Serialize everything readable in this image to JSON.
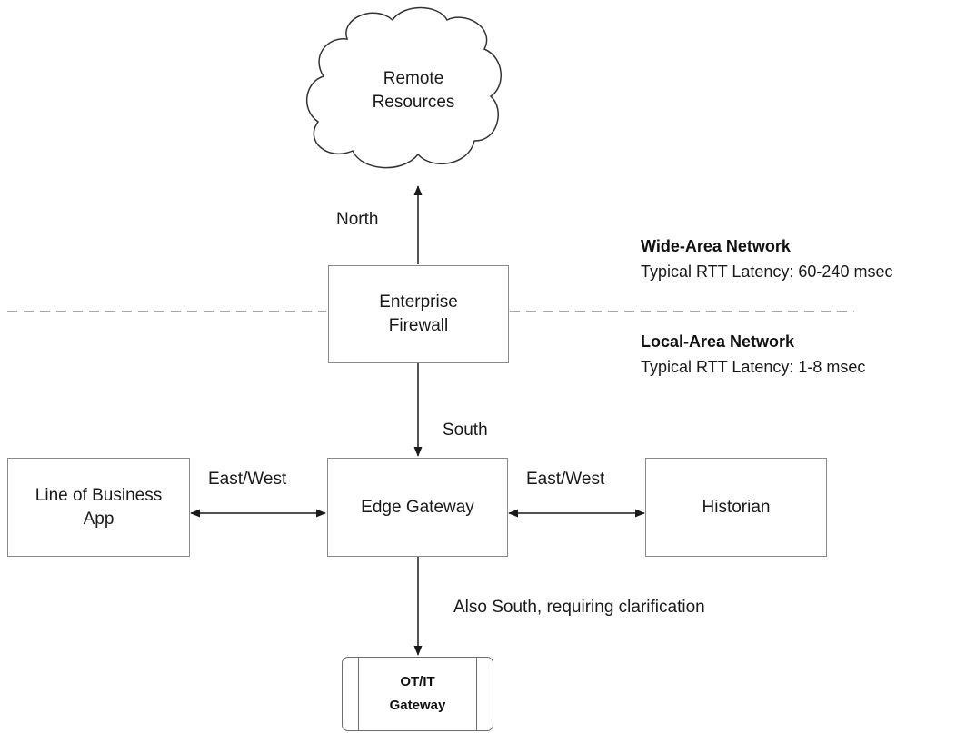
{
  "nodes": {
    "remote_resources": "Remote\nResources",
    "enterprise_firewall": "Enterprise\nFirewall",
    "edge_gateway": "Edge Gateway",
    "line_of_business_app": "Line of Business\nApp",
    "historian": "Historian",
    "ot_it_gateway": "OT/IT\nGateway"
  },
  "connection_labels": {
    "north": "North",
    "south": "South",
    "east_west_left": "East/West",
    "east_west_right": "East/West",
    "also_south": "Also South, requiring clarification"
  },
  "zones": {
    "wan": {
      "title": "Wide-Area Network",
      "latency": "Typical RTT Latency: 60-240 msec"
    },
    "lan": {
      "title": "Local-Area Network",
      "latency": "Typical RTT Latency: 1-8 msec"
    }
  },
  "colors": {
    "line": "#1a1a1a",
    "box_border": "#8a8a8a",
    "divider": "#8a8a8a"
  },
  "icons": {
    "remote_resources": "cloud-shape",
    "ot_it_gateway": "predefined-process-shape"
  }
}
